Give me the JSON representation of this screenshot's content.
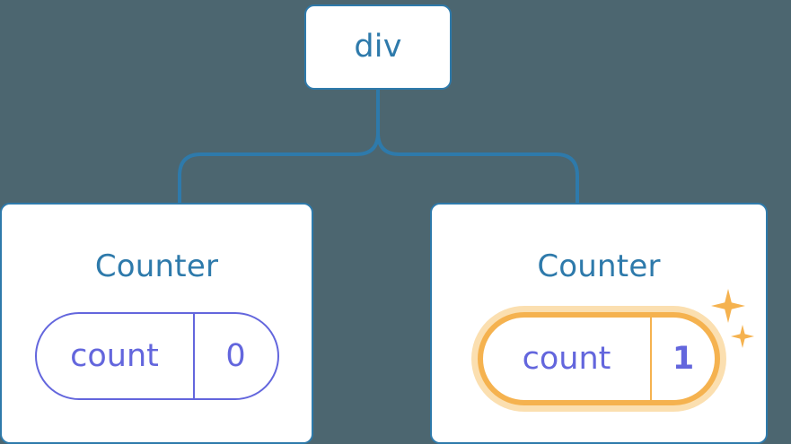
{
  "diagram": {
    "background_color": "#4c6670",
    "node_border_color": "#2e7aab",
    "connector_color": "#2e7aab",
    "state_color": "#6366dd",
    "highlight_color": "#f5b24f",
    "highlight_glow_color": "#fbdfb0"
  },
  "root": {
    "label": "div"
  },
  "children": [
    {
      "title": "Counter",
      "state_key": "count",
      "state_value": "0",
      "highlighted": false,
      "sparkles": false
    },
    {
      "title": "Counter",
      "state_key": "count",
      "state_value": "1",
      "highlighted": true,
      "sparkles": true
    }
  ],
  "icons": {
    "sparkle_big": "sparkle-icon",
    "sparkle_small": "sparkle-icon"
  }
}
